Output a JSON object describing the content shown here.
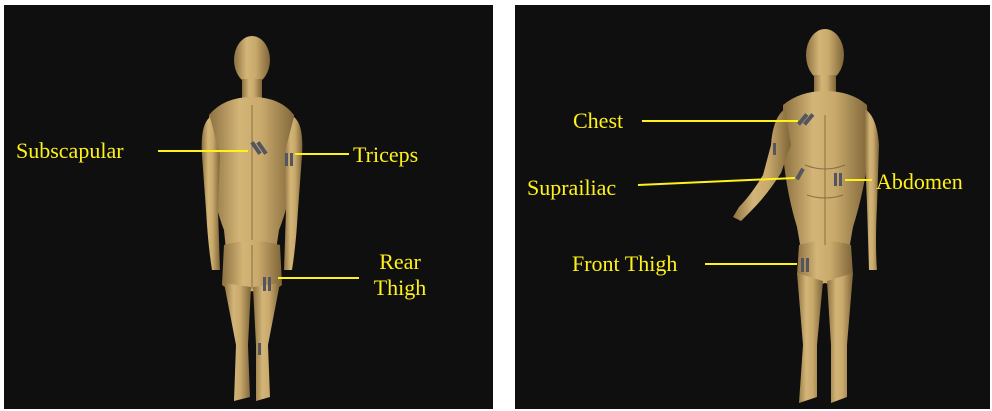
{
  "colors": {
    "background": "#0f0f0f",
    "label": "#fff21a",
    "skin": "#c9aa6c",
    "skin_shadow": "#8d7140",
    "electrode": "#555560"
  },
  "back_view": {
    "labels": {
      "subscapular": "Subscapular",
      "triceps": "Triceps",
      "rear_thigh_line1": "Rear",
      "rear_thigh_line2": "Thigh"
    }
  },
  "front_view": {
    "labels": {
      "chest": "Chest",
      "suprailiac": "Suprailiac",
      "abdomen": "Abdomen",
      "front_thigh": "Front Thigh"
    }
  }
}
